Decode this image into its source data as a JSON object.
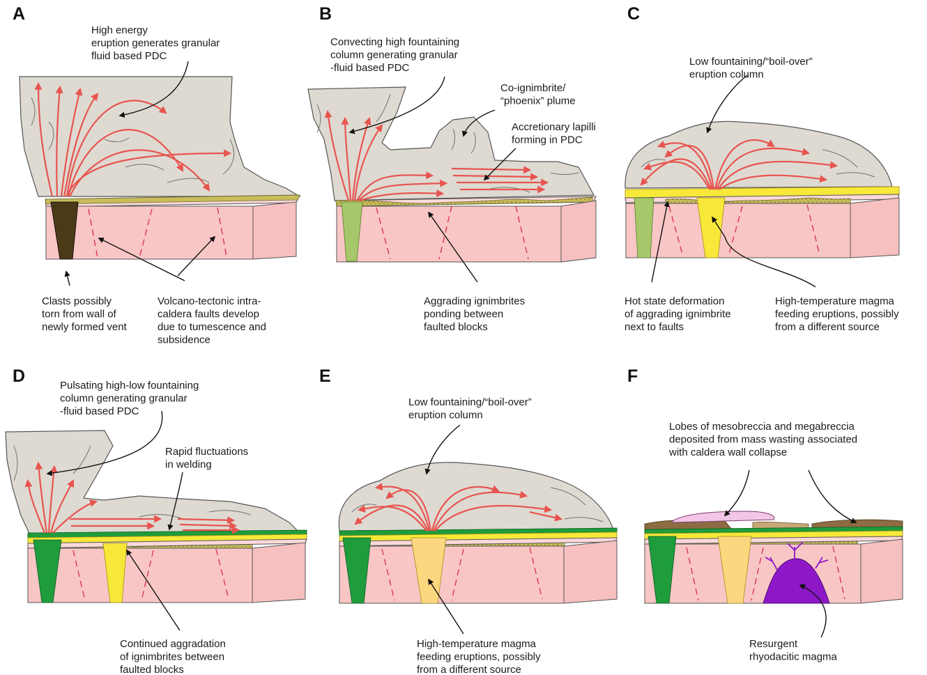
{
  "panels": [
    {
      "id": "A",
      "label": "A",
      "captions": [
        "High energy\neruption generates granular\nfluid based PDC",
        "Clasts possibly\ntorn from wall of\nnewly formed vent",
        "Volcano-tectonic intra-\ncaldera faults develop\ndue to tumescence and\nsubsidence"
      ]
    },
    {
      "id": "B",
      "label": "B",
      "captions": [
        "Convecting high fountaining\ncolumn generating granular\n-fluid based PDC",
        "Co-ignimbrite/\n“phoenix” plume",
        "Accretionary lapilli\nforming in PDC",
        "Aggrading ignimbrites\nponding between\nfaulted blocks"
      ]
    },
    {
      "id": "C",
      "label": "C",
      "captions": [
        "Low fountaining/“boil-over”\neruption column",
        "Hot state deformation\nof aggrading ignimbrite\nnext to faults",
        "High-temperature magma\nfeeding eruptions, possibly\nfrom a different source"
      ]
    },
    {
      "id": "D",
      "label": "D",
      "captions": [
        "Pulsating high-low fountaining\ncolumn generating granular\n-fluid based PDC",
        "Rapid fluctuations\nin welding",
        "Continued aggradation\nof ignimbrites between\nfaulted blocks"
      ]
    },
    {
      "id": "E",
      "label": "E",
      "captions": [
        "Low fountaining/“boil-over”\neruption column",
        "High-temperature magma\nfeeding eruptions, possibly\nfrom a different source"
      ]
    },
    {
      "id": "F",
      "label": "F",
      "captions": [
        "Lobes of mesobreccia and megabreccia\ndeposited from mass wasting associated\nwith caldera wall collapse",
        "Resurgent\nrhyodacitic magma"
      ]
    }
  ],
  "colors": {
    "ash_cloud": "#dedad2",
    "crust": "#f9c6c6",
    "flow_arrows": "#e8544f",
    "faults": "#d9374e",
    "ignimbrite_olive": "#c9bd5b",
    "welded_yellow": "#f7e83a",
    "green_vent": "#1f9c3b",
    "light_green_vent": "#a7c86a",
    "pale_yellow_vent": "#fbd77f",
    "breccia_brown": "#8d6b43",
    "mesobreccia_pink": "#f3c5e6",
    "resurgent_magma": "#8e18c8"
  }
}
